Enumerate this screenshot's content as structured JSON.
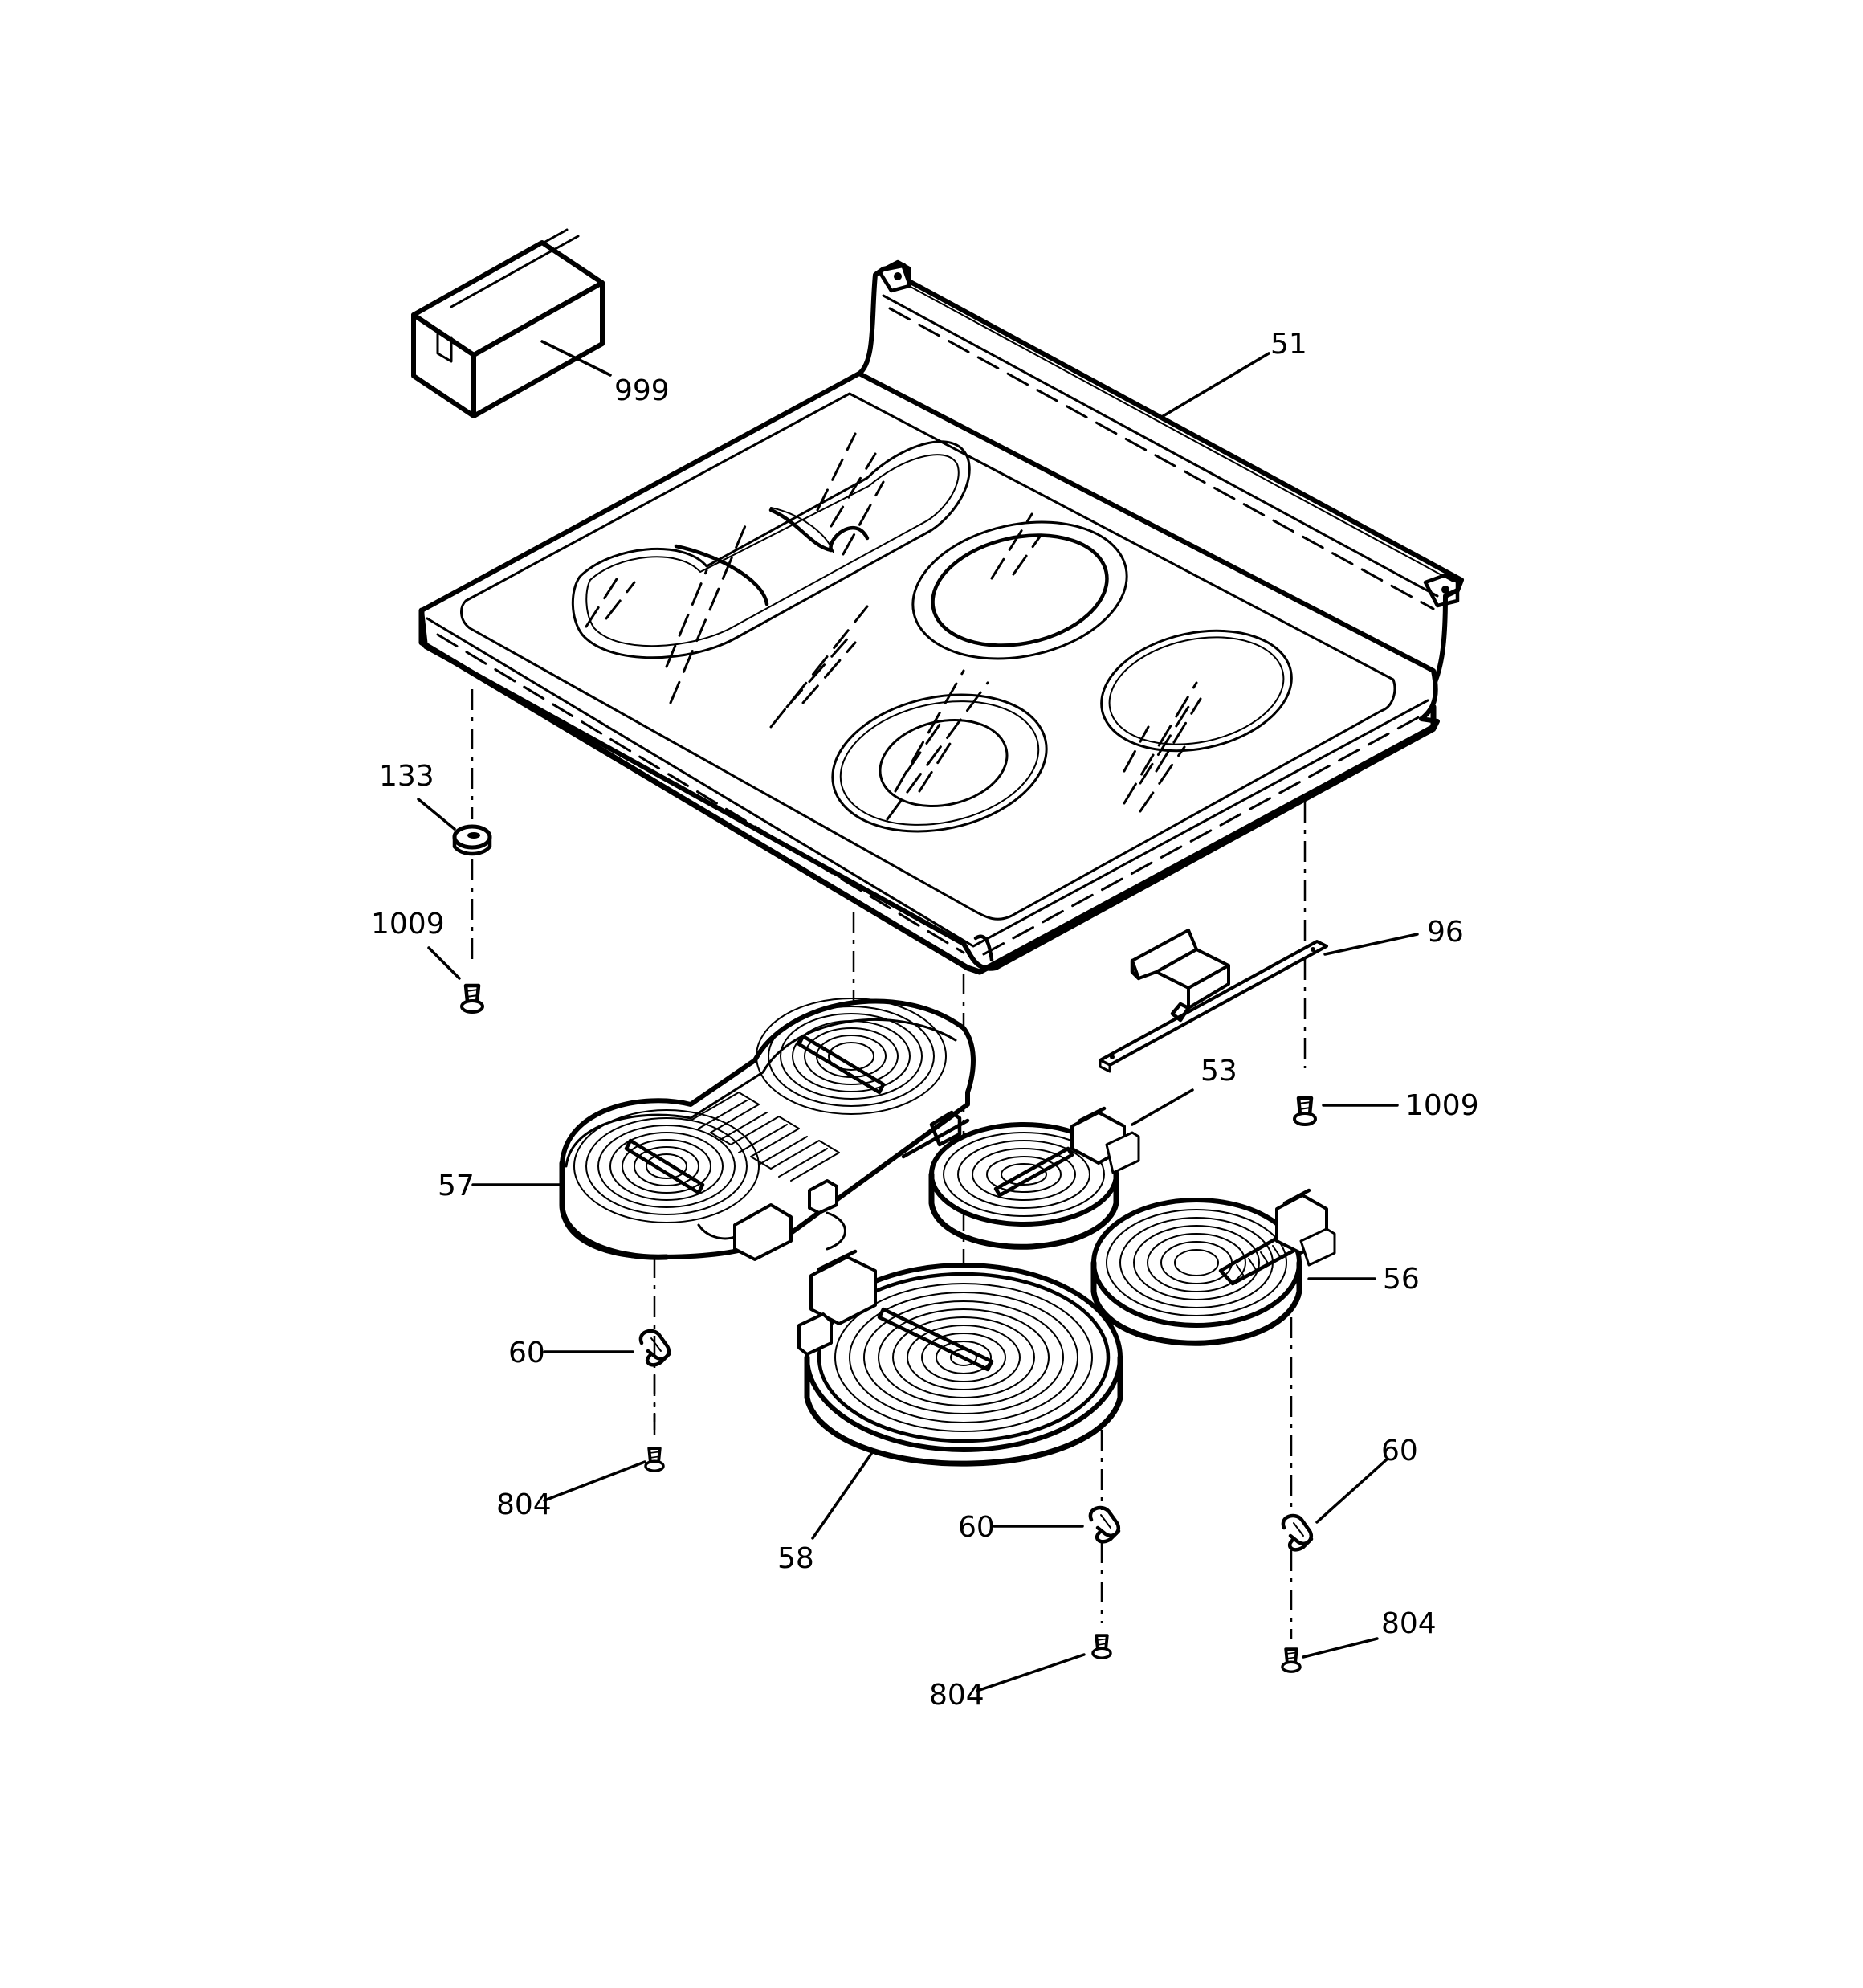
{
  "diagram": {
    "callouts": [
      {
        "id": "c999",
        "text": "999"
      },
      {
        "id": "c51",
        "text": "51"
      },
      {
        "id": "c133",
        "text": "133"
      },
      {
        "id": "c1009a",
        "text": "1009"
      },
      {
        "id": "c96",
        "text": "96"
      },
      {
        "id": "c53",
        "text": "53"
      },
      {
        "id": "c1009b",
        "text": "1009"
      },
      {
        "id": "c57",
        "text": "57"
      },
      {
        "id": "c56",
        "text": "56"
      },
      {
        "id": "c60a",
        "text": "60"
      },
      {
        "id": "c60b",
        "text": "60"
      },
      {
        "id": "c60c",
        "text": "60"
      },
      {
        "id": "c804a",
        "text": "804"
      },
      {
        "id": "c804b",
        "text": "804"
      },
      {
        "id": "c804c",
        "text": "804"
      },
      {
        "id": "c58",
        "text": "58"
      }
    ]
  }
}
